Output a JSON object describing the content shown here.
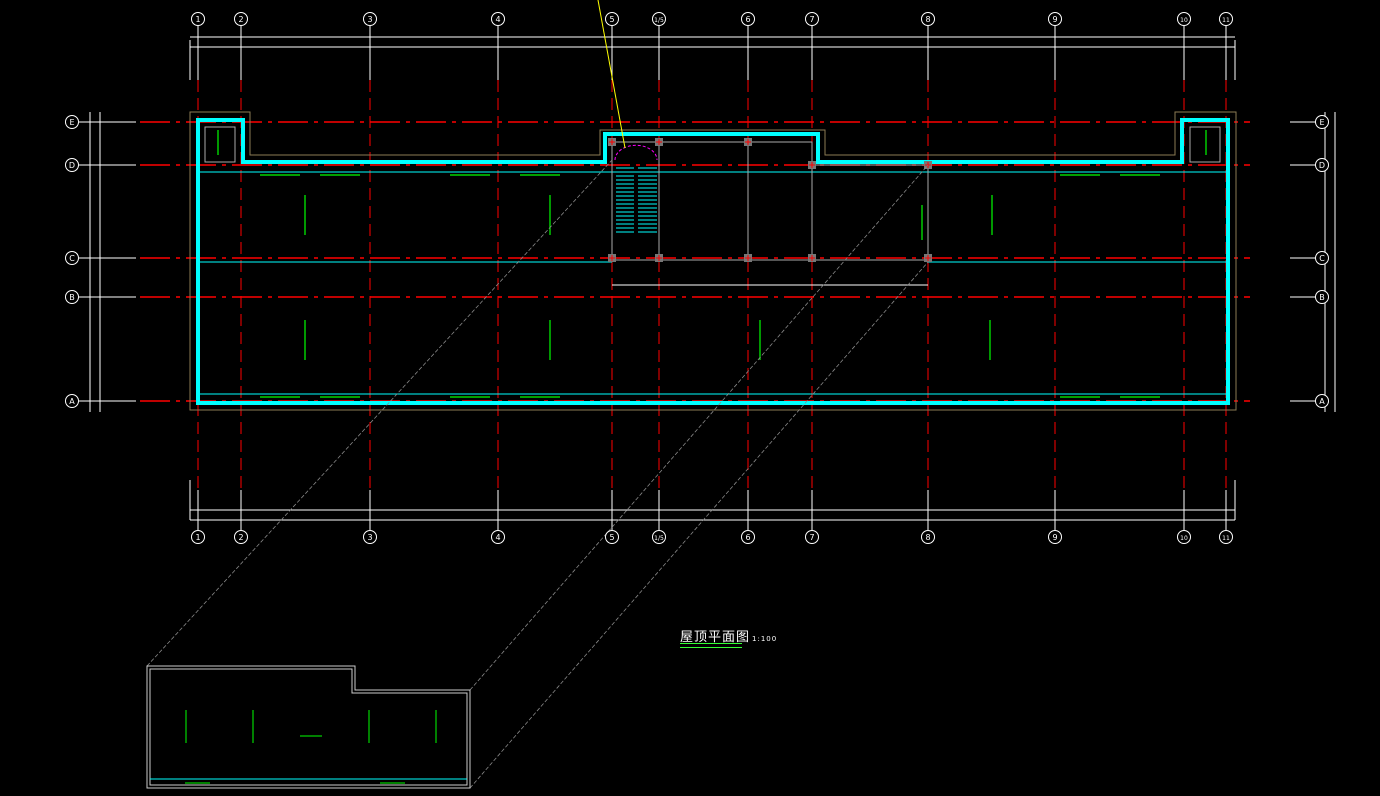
{
  "drawing": {
    "title": "屋顶平面图",
    "scale": "1:100"
  },
  "grid": {
    "columns": [
      "1",
      "2",
      "3",
      "4",
      "5",
      "1/5",
      "6",
      "7",
      "8",
      "9",
      "10",
      "11"
    ],
    "rows": [
      "E",
      "D",
      "C",
      "B",
      "A"
    ]
  },
  "colors": {
    "background": "#000000",
    "parapet": "#00ffff",
    "axis": "#ff0000",
    "dimension": "#ffffff",
    "drain": "#00ff00",
    "leader": "#ffff00"
  }
}
